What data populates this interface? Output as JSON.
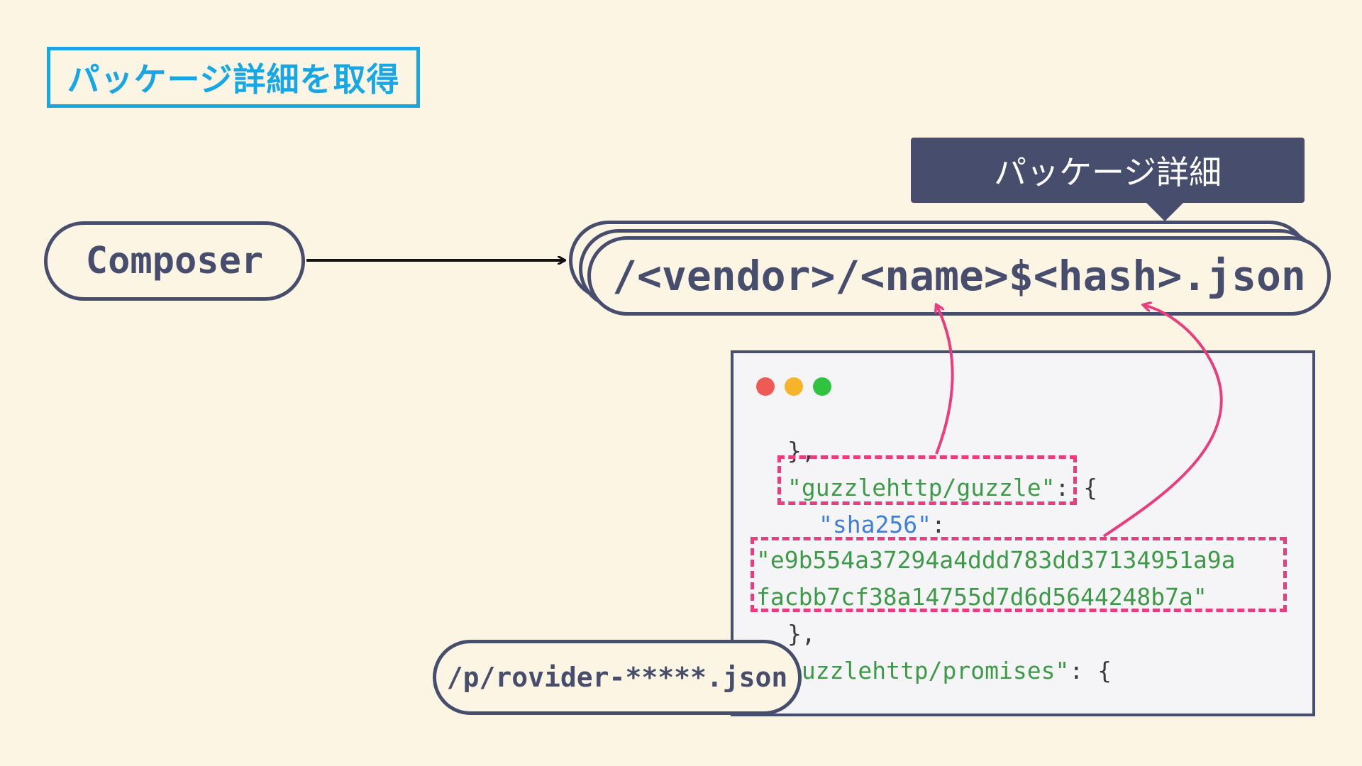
{
  "title": "パッケージ詳細を取得",
  "composer": {
    "label": "Composer"
  },
  "endpoint": {
    "path": "/<vendor>/<name>$<hash>.json"
  },
  "tooltip": {
    "label": "パッケージ詳細"
  },
  "provider": {
    "label": "/p/rovider-*****.json"
  },
  "code": {
    "line1": "},",
    "package1": "\"guzzlehttp/guzzle\"",
    "package1_suffix": ": {",
    "sha_key": "\"sha256\"",
    "sha_key_suffix": ":",
    "hash_line1": "\"e9b554a37294a4ddd783dd37134951a9a",
    "hash_line2": "facbb7cf38a14755d7d6d5644248b7a\"",
    "line6": "},",
    "package2": "guzzlehttp/promises\"",
    "package2_suffix": ": {"
  },
  "colors": {
    "background": "#fdf5e4",
    "title_accent": "#16a7e4",
    "outline": "#474e6d",
    "highlight": "#e93d80",
    "string": "#3d9b48",
    "key": "#3d7fd9"
  },
  "icons": [
    "window-close-dot",
    "window-minimize-dot",
    "window-maximize-dot",
    "arrow-right-icon"
  ]
}
